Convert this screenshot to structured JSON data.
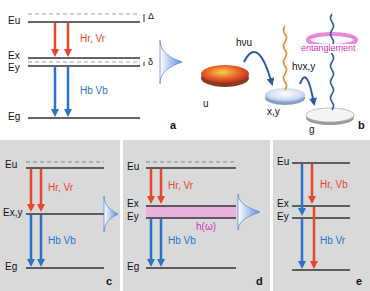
{
  "diagram": {
    "nodes": [
      {
        "text": [
          "u"
        ]
      },
      {
        "text": [
          "x,y"
        ]
      },
      {
        "text": [
          "g"
        ]
      }
    ],
    "edges": [
      {
        "from": 0,
        "to": 1,
        "arrow": "to",
        "label": "hνu"
      },
      {
        "from": 1,
        "to": 2,
        "arrow": "to",
        "label": "hνx,y"
      }
    ],
    "labels": [
      "Eu",
      "Ex",
      "Ey",
      "Eg",
      "Δ",
      "δ",
      "Hr, Vr",
      "Hb Vb",
      "a",
      "entanglement",
      "b",
      "Eu",
      "Ex,y",
      "Eg",
      "Hr, Vr",
      "Hb Vb",
      "c",
      "Eu",
      "Ex",
      "Ey",
      "Eg",
      "Hr, Vr",
      "Hb Vb",
      "h(ω)",
      "d",
      "Eu",
      "Ex",
      "Ey",
      "Hr, Vb",
      "Hb Vr",
      "e"
    ]
  }
}
